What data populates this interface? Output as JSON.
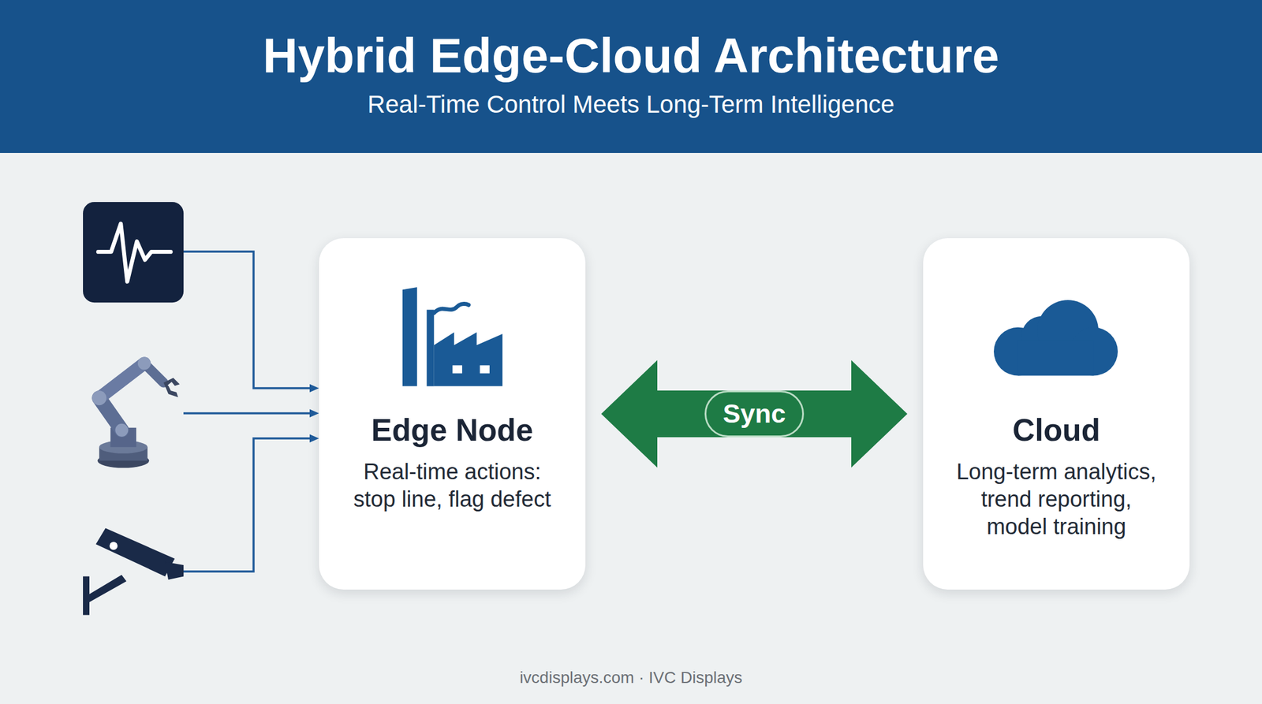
{
  "diagram": {
    "title": "Hybrid Edge-Cloud Architecture",
    "nodes": [
      {
        "text": [
          "Edge Node",
          "Real-time actions: stop line, flag defect"
        ]
      },
      {
        "text": [
          "Cloud",
          "Long-term analytics, trend reporting, model training"
        ]
      }
    ],
    "edges": [
      {
        "from": 0,
        "to": 1,
        "label": "Sync",
        "arrow": "both"
      }
    ],
    "labels": [
      "Real-Time Control Meets Long-Term Intelligence",
      "ivcdisplays.com · IVC Displays"
    ]
  }
}
